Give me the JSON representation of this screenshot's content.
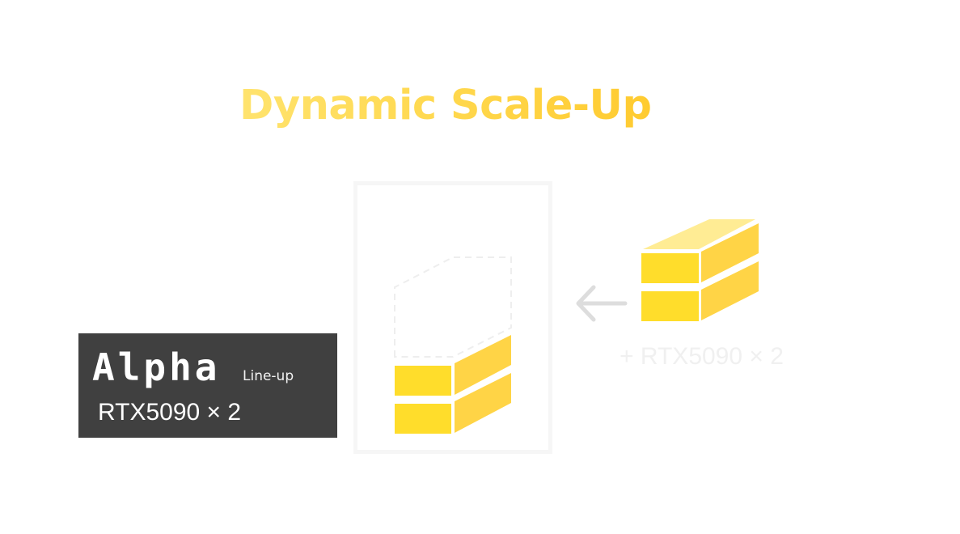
{
  "title": "Dynamic Scale-Up",
  "server_box": {
    "faint_label": "",
    "installed_units": 2,
    "empty_slots": 1
  },
  "badge": {
    "brand": "Alpha",
    "subtitle": "Line-up",
    "spec": "RTX5090 × 2"
  },
  "incoming": {
    "arrow": "arrow-left-icon",
    "units": 2,
    "label": "+ RTX5090 × 2"
  },
  "colors": {
    "title_gradient_start": "#ffe36e",
    "title_gradient_end": "#ffcb30",
    "block_front": "#ffdd2b",
    "block_side": "#ffd446",
    "block_top": "#ffec94",
    "badge_bg": "#404040",
    "box_border": "#f6f6f6",
    "arrow": "#dddddd",
    "dashed_outline": "#eeeeee",
    "add_label": "#f0f0f0"
  }
}
